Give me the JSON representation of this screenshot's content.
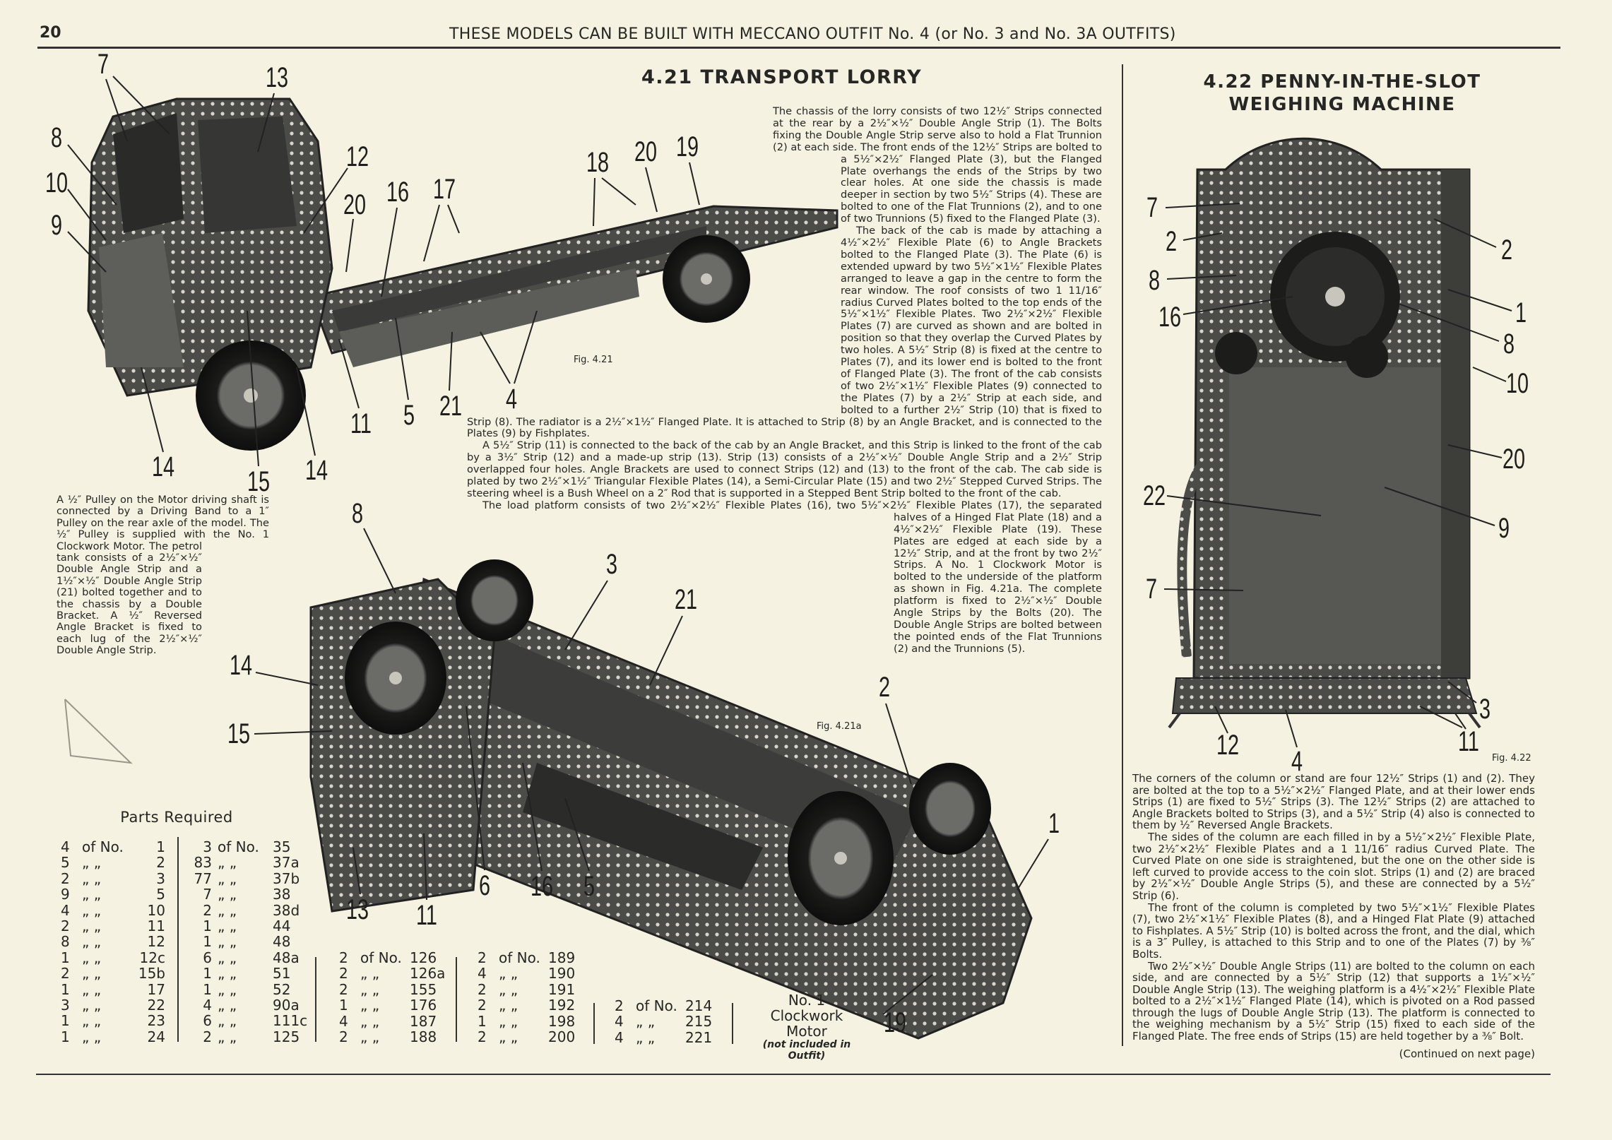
{
  "page": {
    "number": "20",
    "running_head": "THESE MODELS CAN BE BUILT WITH MECCANO OUTFIT No. 4 (or No. 3 and No. 3A OUTFITS)"
  },
  "lorry": {
    "title": "4.21  TRANSPORT LORRY",
    "fig_label": "Fig. 4.21",
    "fig_a_label": "Fig. 4.21a",
    "paragraphs": [
      "The chassis of the lorry consists of two 12½″ Strips connected at the rear by a 2½″×½″ Double Angle Strip (1). The Bolts fixing the Double Angle Strip serve also to hold a Flat Trunnion (2) at each side. The front ends of the 12½″ Strips are bolted to a 5½″×2½″ Flanged Plate (3), but the Flanged Plate overhangs the ends of the Strips by two clear holes. At one side the chassis is made deeper in section by two 5½″ Strips (4). These are bolted to one of the Flat Trunnions (2), and to one of two Trunnions (5) fixed to the Flanged Plate (3).",
      "The back of the cab is made by attaching a 4½″×2½″ Flexible Plate (6) to Angle Brackets bolted to the Flanged Plate (3). The Plate (6) is extended upward by two 5½″×1½″ Flexible Plates arranged to leave a gap in the centre to form the rear window. The roof consists of two 1 11/16″ radius Curved Plates bolted to the top ends of the 5½″×1½″ Flexible Plates. Two 2½″×2½″ Flexible Plates (7) are curved as shown and are bolted in position so that they overlap the Curved Plates by two holes. A 5½″ Strip (8) is fixed at the centre to Plates (7), and its lower end is bolted to the front of Flanged Plate (3). The front of the cab consists of two 2½″×1½″ Flexible Plates (9) connected to the Plates (7) by a 2½″ Strip at each side, and bolted to a further 2½″ Strip (10) that is fixed to Strip (8). The radiator is a 2½″×1½″ Flanged Plate. It is attached to Strip (8) by an Angle Bracket, and is connected to the Plates (9) by Fishplates.",
      "A 5½″ Strip (11) is connected to the back of the cab by an Angle Bracket, and this Strip is linked to the front of the cab by a 3½″ Strip (12) and a made-up strip (13). Strip (13) consists of a 2½″×½″ Double Angle Strip and a 2½″ Strip overlapped four holes. Angle Brackets are used to connect Strips (12) and (13) to the front of the cab. The cab side is plated by two 2½″×1½″ Triangular Flexible Plates (14), a Semi-Circular Plate (15) and two 2½″ Stepped Curved Strips. The steering wheel is a Bush Wheel on a 2″ Rod that is supported in a Stepped Bent Strip bolted to the front of the cab.",
      "The load platform consists of two 2½″×2½″ Flexible Plates (16), two 5½″×2½″ Flexible Plates (17), the separated halves of a Hinged Flat Plate (18) and a 4½″×2½″ Flexible Plate (19). These Plates are edged at each side by a 12½″ Strip, and at the front by two 2½″ Strips. A No. 1 Clockwork Motor is bolted to the underside of the platform as shown in Fig. 4.21a. The complete platform is fixed to 2½″×½″ Double Angle Strips by the Bolts (20). The Double Angle Strips are bolted between the pointed ends of the Flat Trunnions (2) and the Trunnions (5)."
    ],
    "caption": "A ½″ Pulley on the Motor driving shaft is connected by a Driving Band to a 1″ Pulley on the rear axle of the model. The ½″ Pulley is supplied with the No. 1 Clockwork Motor. The petrol tank consists of a 2½″×½″ Double Angle Strip and a 1½″×½″ Double Angle Strip (21) bolted together and to the chassis by a Double Bracket. A ½″ Reversed Angle Bracket is fixed to each lug of the 2½″×½″ Double Angle Strip.",
    "callouts": [
      "7",
      "13",
      "8",
      "10",
      "9",
      "12",
      "20",
      "16",
      "17",
      "18",
      "20",
      "19",
      "14",
      "15",
      "14",
      "11",
      "5",
      "21",
      "4"
    ],
    "callouts_a": [
      "8",
      "14",
      "15",
      "3",
      "21",
      "2",
      "1",
      "13",
      "11",
      "6",
      "16",
      "5",
      "19"
    ]
  },
  "parts": {
    "heading": "Parts Required",
    "columns": [
      [
        [
          "4",
          "of No.",
          "1"
        ],
        [
          "5",
          "„  „",
          "2"
        ],
        [
          "2",
          "„  „",
          "3"
        ],
        [
          "9",
          "„  „",
          "5"
        ],
        [
          "4",
          "„  „",
          "10"
        ],
        [
          "2",
          "„  „",
          "11"
        ],
        [
          "8",
          "„  „",
          "12"
        ],
        [
          "1",
          "„  „",
          "12c"
        ],
        [
          "2",
          "„  „",
          "15b"
        ],
        [
          "1",
          "„  „",
          "17"
        ],
        [
          "3",
          "„  „",
          "22"
        ],
        [
          "1",
          "„  „",
          "23"
        ],
        [
          "1",
          "„  „",
          "24"
        ]
      ],
      [
        [
          "3",
          "of No.",
          "35"
        ],
        [
          "83",
          "„  „",
          "37a"
        ],
        [
          "77",
          "„  „",
          "37b"
        ],
        [
          "7",
          "„  „",
          "38"
        ],
        [
          "2",
          "„  „",
          "38d"
        ],
        [
          "1",
          "„  „",
          "44"
        ],
        [
          "1",
          "„  „",
          "48"
        ],
        [
          "6",
          "„  „",
          "48a"
        ],
        [
          "1",
          "„  „",
          "51"
        ],
        [
          "1",
          "„  „",
          "52"
        ],
        [
          "4",
          "„  „",
          "90a"
        ],
        [
          "6",
          "„  „",
          "111c"
        ],
        [
          "2",
          "„  „",
          "125"
        ]
      ],
      [
        [
          "2",
          "of No.",
          "126"
        ],
        [
          "2",
          "„  „",
          "126a"
        ],
        [
          "2",
          "„  „",
          "155"
        ],
        [
          "1",
          "„  „",
          "176"
        ],
        [
          "4",
          "„  „",
          "187"
        ],
        [
          "2",
          "„  „",
          "188"
        ]
      ],
      [
        [
          "2",
          "of No.",
          "189"
        ],
        [
          "4",
          "„  „",
          "190"
        ],
        [
          "2",
          "„  „",
          "191"
        ],
        [
          "2",
          "„  „",
          "192"
        ],
        [
          "1",
          "„  „",
          "198"
        ],
        [
          "2",
          "„  „",
          "200"
        ]
      ],
      [
        [
          "2",
          "of No.",
          "214"
        ],
        [
          "4",
          "„  „",
          "215"
        ],
        [
          "4",
          "„  „",
          "221"
        ]
      ]
    ],
    "motor_label": "No. 1 Clockwork Motor",
    "motor_note": "(not included in Outfit)"
  },
  "weighing": {
    "title_line1": "4.22  PENNY-IN-THE-SLOT",
    "title_line2": "WEIGHING MACHINE",
    "fig_label": "Fig. 4.22",
    "callouts": [
      "7",
      "2",
      "8",
      "16",
      "2",
      "1",
      "8",
      "10",
      "20",
      "22",
      "9",
      "7",
      "3",
      "12",
      "4",
      "11"
    ],
    "paragraphs": [
      "The corners of the column or stand are four 12½″ Strips (1) and (2). They are bolted at the top to a 5½″×2½″ Flanged Plate, and at their lower ends Strips (1) are fixed to 5½″ Strips (3). The 12½″ Strips (2) are attached to Angle Brackets bolted to Strips (3), and a 5½″ Strip (4) also is connected to them by ½″ Reversed Angle Brackets.",
      "The sides of the column are each filled in by a 5½″×2½″ Flexible Plate, two 2½″×2½″ Flexible Plates and a 1 11/16″ radius Curved Plate. The Curved Plate on one side is straightened, but the one on the other side is left curved to provide access to the coin slot. Strips (1) and (2) are braced by 2½″×½″ Double Angle Strips (5), and these are connected by a 5½″ Strip (6).",
      "The front of the column is completed by two 5½″×1½″ Flexible Plates (7), two 2½″×1½″ Flexible Plates (8), and a Hinged Flat Plate (9) attached to Fishplates. A 5½″ Strip (10) is bolted across the front, and the dial, which is a 3″ Pulley, is attached to this Strip and to one of the Plates (7) by ⅜″ Bolts.",
      "Two 2½″×½″ Double Angle Strips (11) are bolted to the column on each side, and are connected by a 5½″ Strip (12) that supports a 1½″×½″ Double Angle Strip (13). The weighing platform is a 4½″×2½″ Flexible Plate bolted to a 2½″×1½″ Flanged Plate (14), which is pivoted on a Rod passed through the lugs of Double Angle Strip (13). The platform is connected to the weighing mechanism by a 5½″ Strip (15) fixed to each side of the Flanged Plate. The free ends of Strips (15) are held together by a ⅜″ Bolt."
    ],
    "continued": "(Continued on next page)"
  },
  "colors": {
    "paper": "#f5f2e1",
    "ink": "#262624",
    "metal": "#4b4b48"
  }
}
